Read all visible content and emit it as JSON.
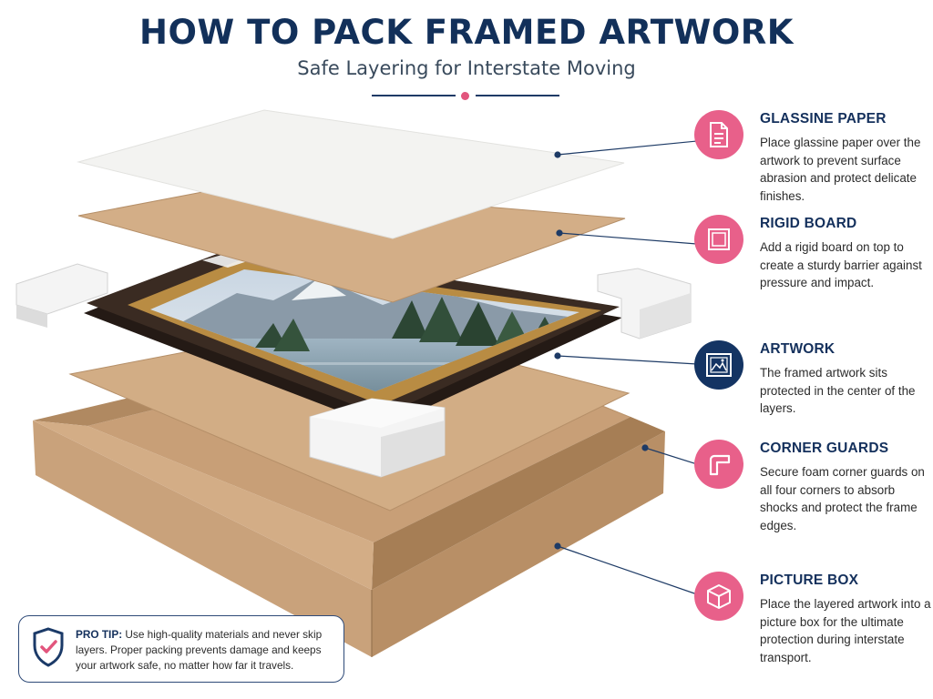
{
  "header": {
    "title": "HOW TO PACK FRAMED ARTWORK",
    "subtitle": "Safe Layering for Interstate Moving"
  },
  "steps": [
    {
      "label": "GLASSINE PAPER",
      "icon": "document-icon",
      "icon_color": "#e8608a",
      "description": "Place glassine paper over the artwork to prevent surface abrasion and protect delicate finishes."
    },
    {
      "label": "RIGID BOARD",
      "icon": "board-icon",
      "icon_color": "#e8608a",
      "description": "Add a rigid board on top to create a sturdy barrier against pressure and impact."
    },
    {
      "label": "ARTWORK",
      "icon": "picture-icon",
      "icon_color": "#143463",
      "description": "The framed artwork sits protected in the center of the layers."
    },
    {
      "label": "CORNER GUARDS",
      "icon": "corner-guard-icon",
      "icon_color": "#e8608a",
      "description": "Secure foam corner guards on all four corners to absorb shocks and protect the frame edges."
    },
    {
      "label": "PICTURE BOX",
      "icon": "box-icon",
      "icon_color": "#e8608a",
      "description": "Place the layered artwork into a picture box for the ultimate protection during interstate transport."
    }
  ],
  "pro_tip": {
    "label": "PRO TIP:",
    "text": "Use high-quality materials and never skip layers. Proper packing prevents damage and keeps your artwork safe, no matter how far it travels.",
    "icon": "shield-check-icon"
  },
  "colors": {
    "navy": "#14305c",
    "pink": "#e8608a",
    "cardboard": "#c9a27a",
    "foam": "#f1f1f1"
  }
}
